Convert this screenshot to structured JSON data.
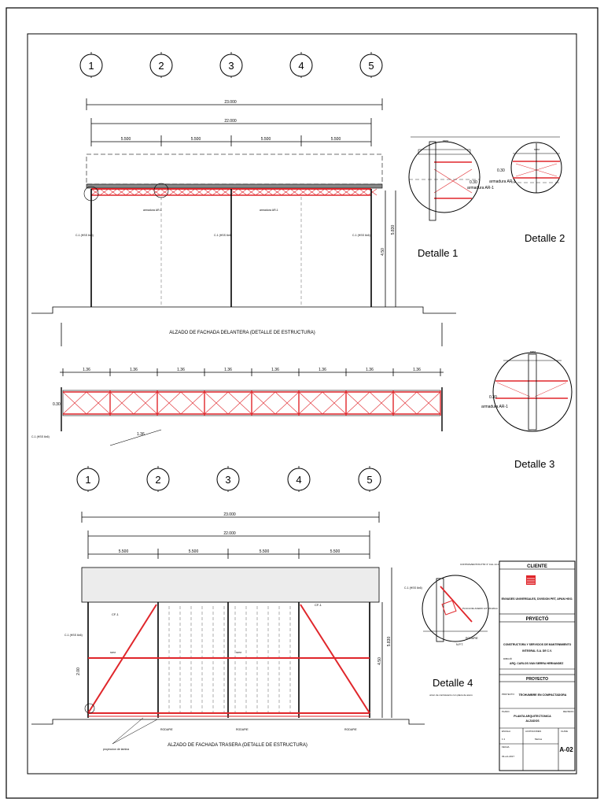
{
  "grid_labels": [
    "1",
    "2",
    "3",
    "4",
    "5"
  ],
  "front_elevation": {
    "title": "ALZADO DE FACHADA DELANTERA (DETALLE DE ESTRUCTURA)",
    "overall_dim": "23.000",
    "inner_dim": "22.000",
    "bay_dims": [
      "5.500",
      "5.500",
      "5.500",
      "5.500"
    ],
    "height_total": "5.830",
    "height_column": "4.50",
    "column_label": "C-1 (HSS 6x6)",
    "truss_label": "armadura AR-1"
  },
  "truss_plan": {
    "panel_dims": [
      "1.36",
      "1.36",
      "1.36",
      "1.36",
      "1.36",
      "1.36",
      "1.36",
      "1.36"
    ],
    "depth_label": "0.30",
    "bottom_dim": "1.36",
    "column_label": "C-1 (HSS 6x6)"
  },
  "details": {
    "detalle1": "Detalle 1",
    "detalle2": "Detalle 2",
    "detalle3": "Detalle 3",
    "detalle4": "Detalle 4",
    "depth": "0.30",
    "armadura": "armadura AR-1",
    "mono": "MPM",
    "d4_notes": [
      "CONTRAVIENTOS PTR 3\" CAL 14 4.47kg/ml",
      "PLACA DE ACERO 1/2\" 20x20cm",
      "N.P.T.",
      "RODAPIE",
      "C-1 (HSS 6x6)"
    ],
    "d4_caption": "union de contraviento con placa de acero"
  },
  "rear_elevation": {
    "title": "ALZADO DE FACHADA TRASERA (DETALLE DE ESTRUCTURA)",
    "overall_dim": "23.000",
    "inner_dim": "22.000",
    "bay_dims": [
      "5.500",
      "5.500",
      "5.500",
      "5.500"
    ],
    "height_total": "5.830",
    "height_column": "4.50",
    "low_height": "2.00",
    "bracing_label": "CF-1",
    "bracing_note": "CONTRAVIENTOS PTR 3\" CAL 14 4.47kg/ml",
    "beam_label": "MPM",
    "base_label": "RODAPIE",
    "callout_note": "proyeccion de lamina",
    "column_label": "C-1 (HSS 6x6)"
  },
  "title_block": {
    "cliente_header": "CLIENTE",
    "cliente_text": "ENVASES UNIVERSALES, DIVISION PET, APAN HGO.",
    "proyecto_header": "PRYECTÓ",
    "proyecto_text": "CONSTRUCTORA Y SERVICIOS DE MANTENIMIENTO INTEGRAL S.A. DE C.V.",
    "dibujo_label": "DIBUJÓ",
    "dibujo_text": "ARQ. CARLOS IVAN SIERRA HERNANDEZ",
    "proyecto2_header": "PROYECTO",
    "proyecto2_label": "PROYECTO:",
    "proyecto2_text": "TECHUMBRE EN COMPACTADORA",
    "plano_label": "PLANO:",
    "plano_text": "PLANTA ARQUITECTONICA ALZADOS",
    "revision_label": "REVISION",
    "escala_label": "ESCALA",
    "acotaciones_label": "ACOTACIONES",
    "escala_value": "1:1",
    "acotaciones_value": "Metros",
    "fecha_label": "FECHA",
    "fecha_value": "03-oct-2017",
    "clave_label": "CLAVE",
    "clave_value": "A-02"
  },
  "colors": {
    "steel_red": "#e0262b",
    "line": "#000000",
    "dashed": "#555555"
  }
}
